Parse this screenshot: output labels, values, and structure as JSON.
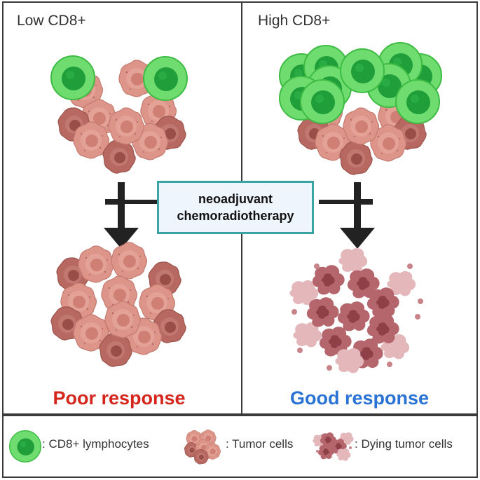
{
  "panels": {
    "left": {
      "heading": "Low CD8+",
      "outcome": "Poor response"
    },
    "right": {
      "heading": "High CD8+",
      "outcome": "Good response"
    }
  },
  "treatment": {
    "line1": "neoadjuvant",
    "line2": "chemoradiotherapy"
  },
  "legend": {
    "cd8": ": CD8+ lymphocytes",
    "tumor": ": Tumor cells",
    "dying": ": Dying tumor cells"
  },
  "colors": {
    "lymphocyte_outer": "#6fdc6f",
    "lymphocyte_inner": "#1f9e3a",
    "tumor_cell": "#dd9488",
    "tumor_dark": "#a85b52",
    "dying_cell": "#b5666c",
    "poor": "#d5261d",
    "good": "#2a73d4",
    "box_border": "#3aa3a3",
    "box_fill": "#eef5fc"
  },
  "icons": [
    "lymphocyte-cell-icon",
    "tumor-cluster-icon",
    "dying-tumor-icon",
    "down-arrow-icon"
  ]
}
